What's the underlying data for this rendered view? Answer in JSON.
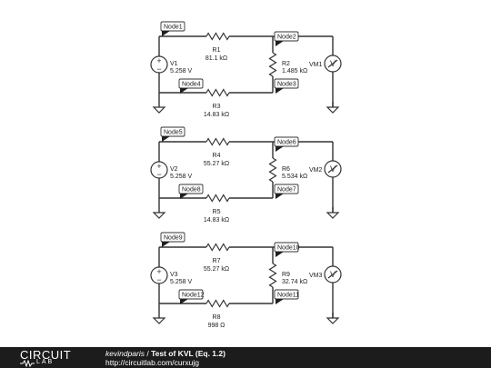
{
  "circuits": [
    {
      "source": {
        "name": "V1",
        "value": "5.258 V"
      },
      "r_top": {
        "name": "R1",
        "value": "81.1 kΩ"
      },
      "r_mid": {
        "name": "R2",
        "value": "1.485 kΩ"
      },
      "r_bot": {
        "name": "R3",
        "value": "14.83 kΩ"
      },
      "meter": "VM1",
      "nodes": [
        "Node1",
        "Node2",
        "Node3",
        "Node4"
      ]
    },
    {
      "source": {
        "name": "V2",
        "value": "5.258 V"
      },
      "r_top": {
        "name": "R4",
        "value": "55.27 kΩ"
      },
      "r_mid": {
        "name": "R6",
        "value": "5.534 kΩ"
      },
      "r_bot": {
        "name": "R5",
        "value": "14.83 kΩ"
      },
      "meter": "VM2",
      "nodes": [
        "Node5",
        "Node6",
        "Node7",
        "Node8"
      ]
    },
    {
      "source": {
        "name": "V3",
        "value": "5.258 V"
      },
      "r_top": {
        "name": "R7",
        "value": "55.27 kΩ"
      },
      "r_mid": {
        "name": "R9",
        "value": "32.74 kΩ"
      },
      "r_bot": {
        "name": "R8",
        "value": "998 Ω"
      },
      "meter": "VM3",
      "nodes": [
        "Node9",
        "Node10",
        "Node11",
        "Node12"
      ]
    }
  ],
  "footer": {
    "logo_top": "CIRCUIT",
    "logo_bottom": "LAB",
    "author": "kevindparis",
    "separator": " / ",
    "title": "Test of KVL (Eq. 1.2)",
    "url": "http://circuitlab.com/curxujg"
  },
  "colors": {
    "wire": "#333333",
    "footer_bg": "#1c1c1c"
  }
}
